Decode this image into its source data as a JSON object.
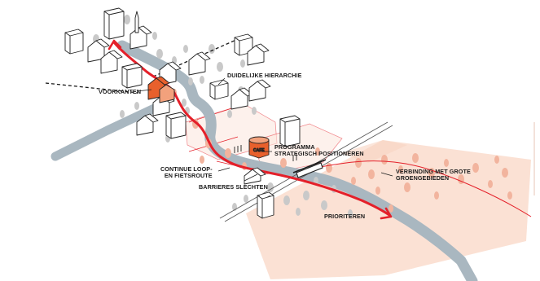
{
  "labels": {
    "voorkanten": "VOORKANTEN",
    "hierarchie": "DUIDELIJKE HIERARCHIE",
    "programma_line1": "PROGRAMMA",
    "programma_line2": "STRATEGISCH POSITIONEREN",
    "continue_line1": "CONTINUE LOOP-",
    "continue_line2": "EN FIETSROUTE",
    "barrieres": "BARRIERES SLECHTEN",
    "verbinding_line1": "VERBINDING MET GROTE",
    "verbinding_line2": "GROENGEBIEDEN",
    "prioriteren": "PRIORITEREN",
    "cafe": "CAFE"
  },
  "colors": {
    "river": "#a9b7c0",
    "route_red": "#e4202a",
    "green_area": "#fbe1d4",
    "trees_red": "#f2b49e",
    "trees_grey": "#c9c9c9",
    "building_stroke": "#222222",
    "cafe_orange": "#e8602c"
  }
}
